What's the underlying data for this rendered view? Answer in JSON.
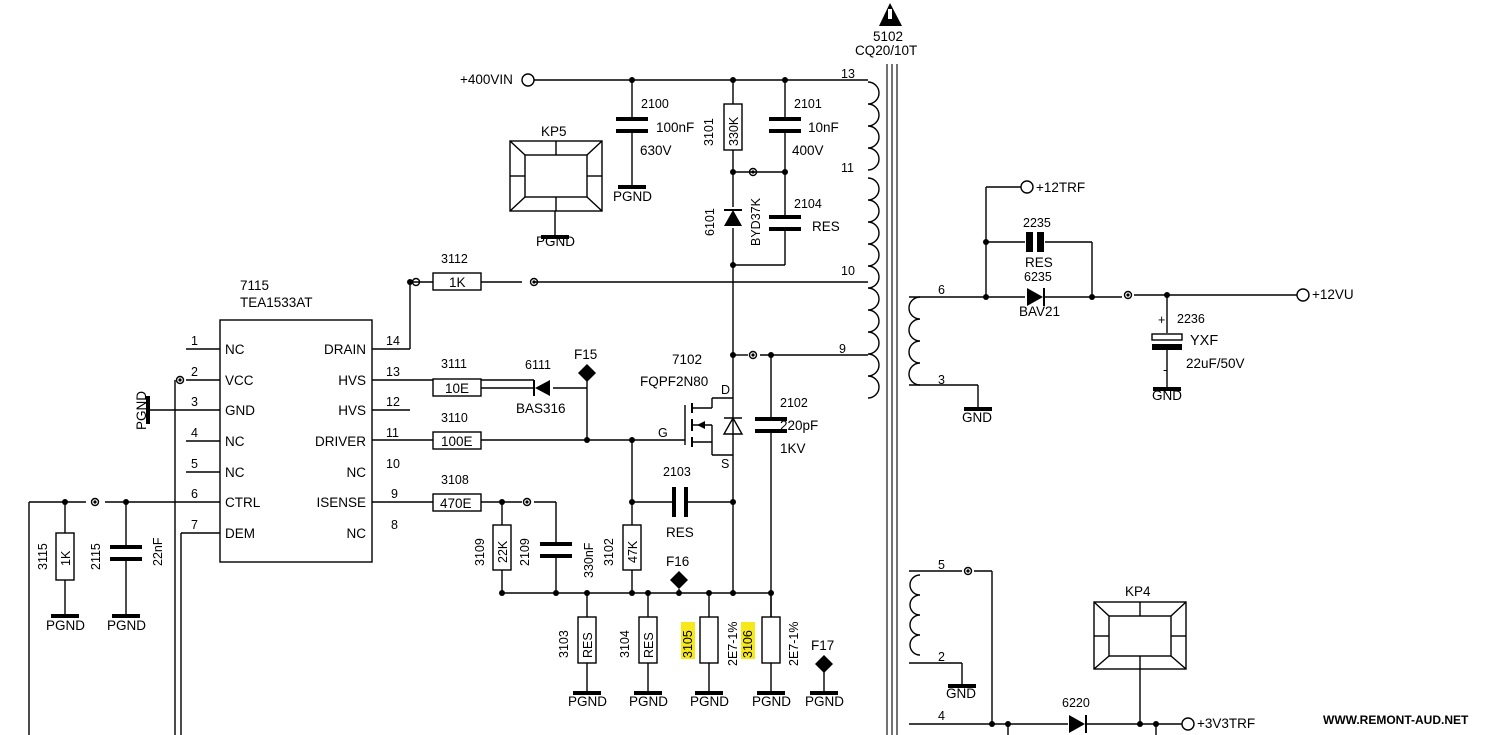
{
  "transformer": {
    "ref": "5102",
    "value": "CQ20/10T",
    "pins": {
      "p13": "13",
      "p11": "11",
      "p10": "10",
      "p9": "9",
      "p6": "6",
      "p3": "3",
      "p5": "5",
      "p2": "2",
      "p4": "4"
    }
  },
  "ic": {
    "ref": "7115",
    "part": "TEA1533AT",
    "left": [
      {
        "num": "1",
        "name": "NC"
      },
      {
        "num": "2",
        "name": "VCC"
      },
      {
        "num": "3",
        "name": "GND"
      },
      {
        "num": "4",
        "name": "NC"
      },
      {
        "num": "5",
        "name": "NC"
      },
      {
        "num": "6",
        "name": "CTRL"
      },
      {
        "num": "7",
        "name": "DEM"
      }
    ],
    "right": [
      {
        "num": "14",
        "name": "DRAIN"
      },
      {
        "num": "13",
        "name": "HVS"
      },
      {
        "num": "12",
        "name": "HVS"
      },
      {
        "num": "11",
        "name": "DRIVER"
      },
      {
        "num": "10",
        "name": "NC"
      },
      {
        "num": "9",
        "name": "ISENSE"
      },
      {
        "num": "8",
        "name": "NC"
      }
    ]
  },
  "nets": {
    "vin": "+400VIN",
    "v12trf": "+12TRF",
    "v12vu": "+12VU",
    "v3v3trf": "+3V3TRF",
    "pgnd": "PGND",
    "gnd": "GND"
  },
  "parts": {
    "c2100": {
      "ref": "2100",
      "v1": "100nF",
      "v2": "630V"
    },
    "r3101": {
      "ref": "3101",
      "v": "330K"
    },
    "c2101": {
      "ref": "2101",
      "v1": "10nF",
      "v2": "400V"
    },
    "d6101": {
      "ref": "6101",
      "v": "BYD37K"
    },
    "c2104": {
      "ref": "2104",
      "v": "RES"
    },
    "r3112": {
      "ref": "3112",
      "v": "1K"
    },
    "r3111": {
      "ref": "3111",
      "v": "10E"
    },
    "d6111": {
      "ref": "6111",
      "v": "BAS316"
    },
    "r3110": {
      "ref": "3110",
      "v": "100E"
    },
    "r3108": {
      "ref": "3108",
      "v": "470E"
    },
    "q7102": {
      "ref": "7102",
      "v": "FQPF2N80",
      "d": "D",
      "g": "G",
      "s": "S"
    },
    "c2102": {
      "ref": "2102",
      "v1": "220pF",
      "v2": "1KV"
    },
    "c2103": {
      "ref": "2103",
      "v": "RES"
    },
    "r3109": {
      "ref": "3109",
      "v": "22K"
    },
    "c2109": {
      "ref": "2109",
      "v": "330nF"
    },
    "r3102": {
      "ref": "3102",
      "v": "47K"
    },
    "r3115": {
      "ref": "3115",
      "v": "1K"
    },
    "c2115": {
      "ref": "2115",
      "v": "22nF"
    },
    "r3103": {
      "ref": "3103",
      "v": "RES"
    },
    "r3104": {
      "ref": "3104",
      "v": "RES"
    },
    "r3105": {
      "ref": "3105",
      "v": "2E7-1%"
    },
    "r3106": {
      "ref": "3106",
      "v": "2E7-1%"
    },
    "c2235": {
      "ref": "2235",
      "v": "RES"
    },
    "d6235": {
      "ref": "6235",
      "v": "BAV21"
    },
    "c2236": {
      "ref": "2236",
      "v1": "YXF",
      "v2": "22uF/50V",
      "plus": "+",
      "minus": "-"
    },
    "d6220": {
      "ref": "6220"
    }
  },
  "tests": {
    "f15": "F15",
    "f16": "F16",
    "f17": "F17"
  },
  "kp5": "KP5",
  "kp4": "KP4",
  "watermark": "WWW.REMONT-AUD.NET",
  "highlight_color": "#f7e81c"
}
